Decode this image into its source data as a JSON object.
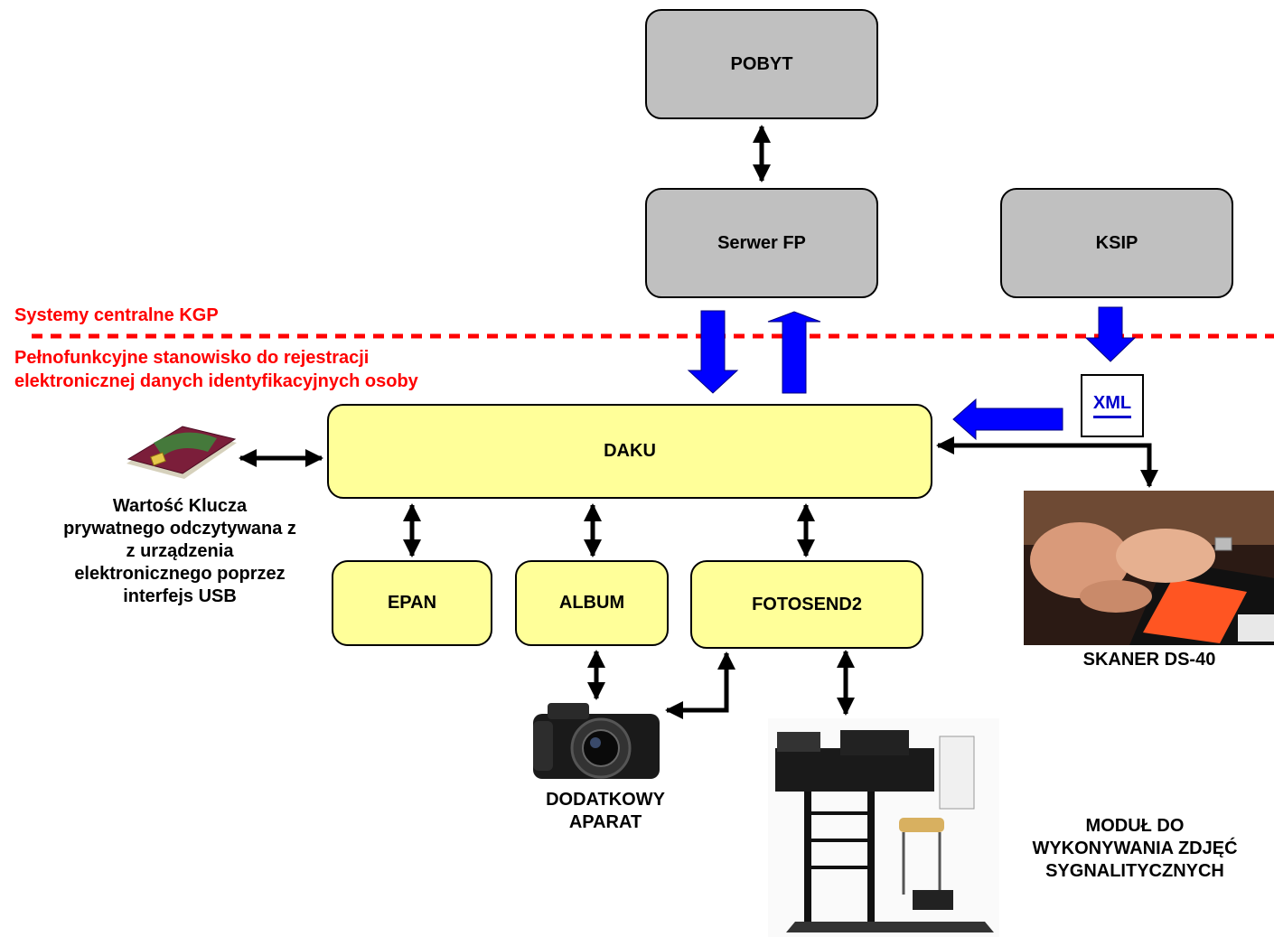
{
  "labels": {
    "central": "Systemy centralne KGP",
    "station_line1": "Pełnofunkcyjne stanowisko do rejestracji",
    "station_line2": "elektronicznej danych identyfikacyjnych osoby"
  },
  "boxes": {
    "pobyt": "POBYT",
    "serwer_fp": "Serwer FP",
    "ksip": "KSIP",
    "daku": "DAKU",
    "epan": "EPAN",
    "album": "ALBUM",
    "fotosend2": "FOTOSEND2"
  },
  "xml_label": "XML",
  "captions": {
    "card_lines": [
      "Wartość Klucza",
      "prywatnego odczytywana z",
      "z urządzenia",
      "elektronicznego poprzez",
      "interfejs USB"
    ],
    "scanner": "SKANER DS-40",
    "camera_lines": [
      "DODATKOWY",
      "APARAT"
    ],
    "module_lines": [
      "MODUŁ DO",
      "WYKONYWANIA ZDJĘĆ",
      "SYGNALITYCZNYCH"
    ]
  },
  "colors": {
    "gray_box": "#c0c0c0",
    "yellow_box": "#ffff99",
    "divider": "#ff0000",
    "flow_arrow": "#0000ff"
  }
}
